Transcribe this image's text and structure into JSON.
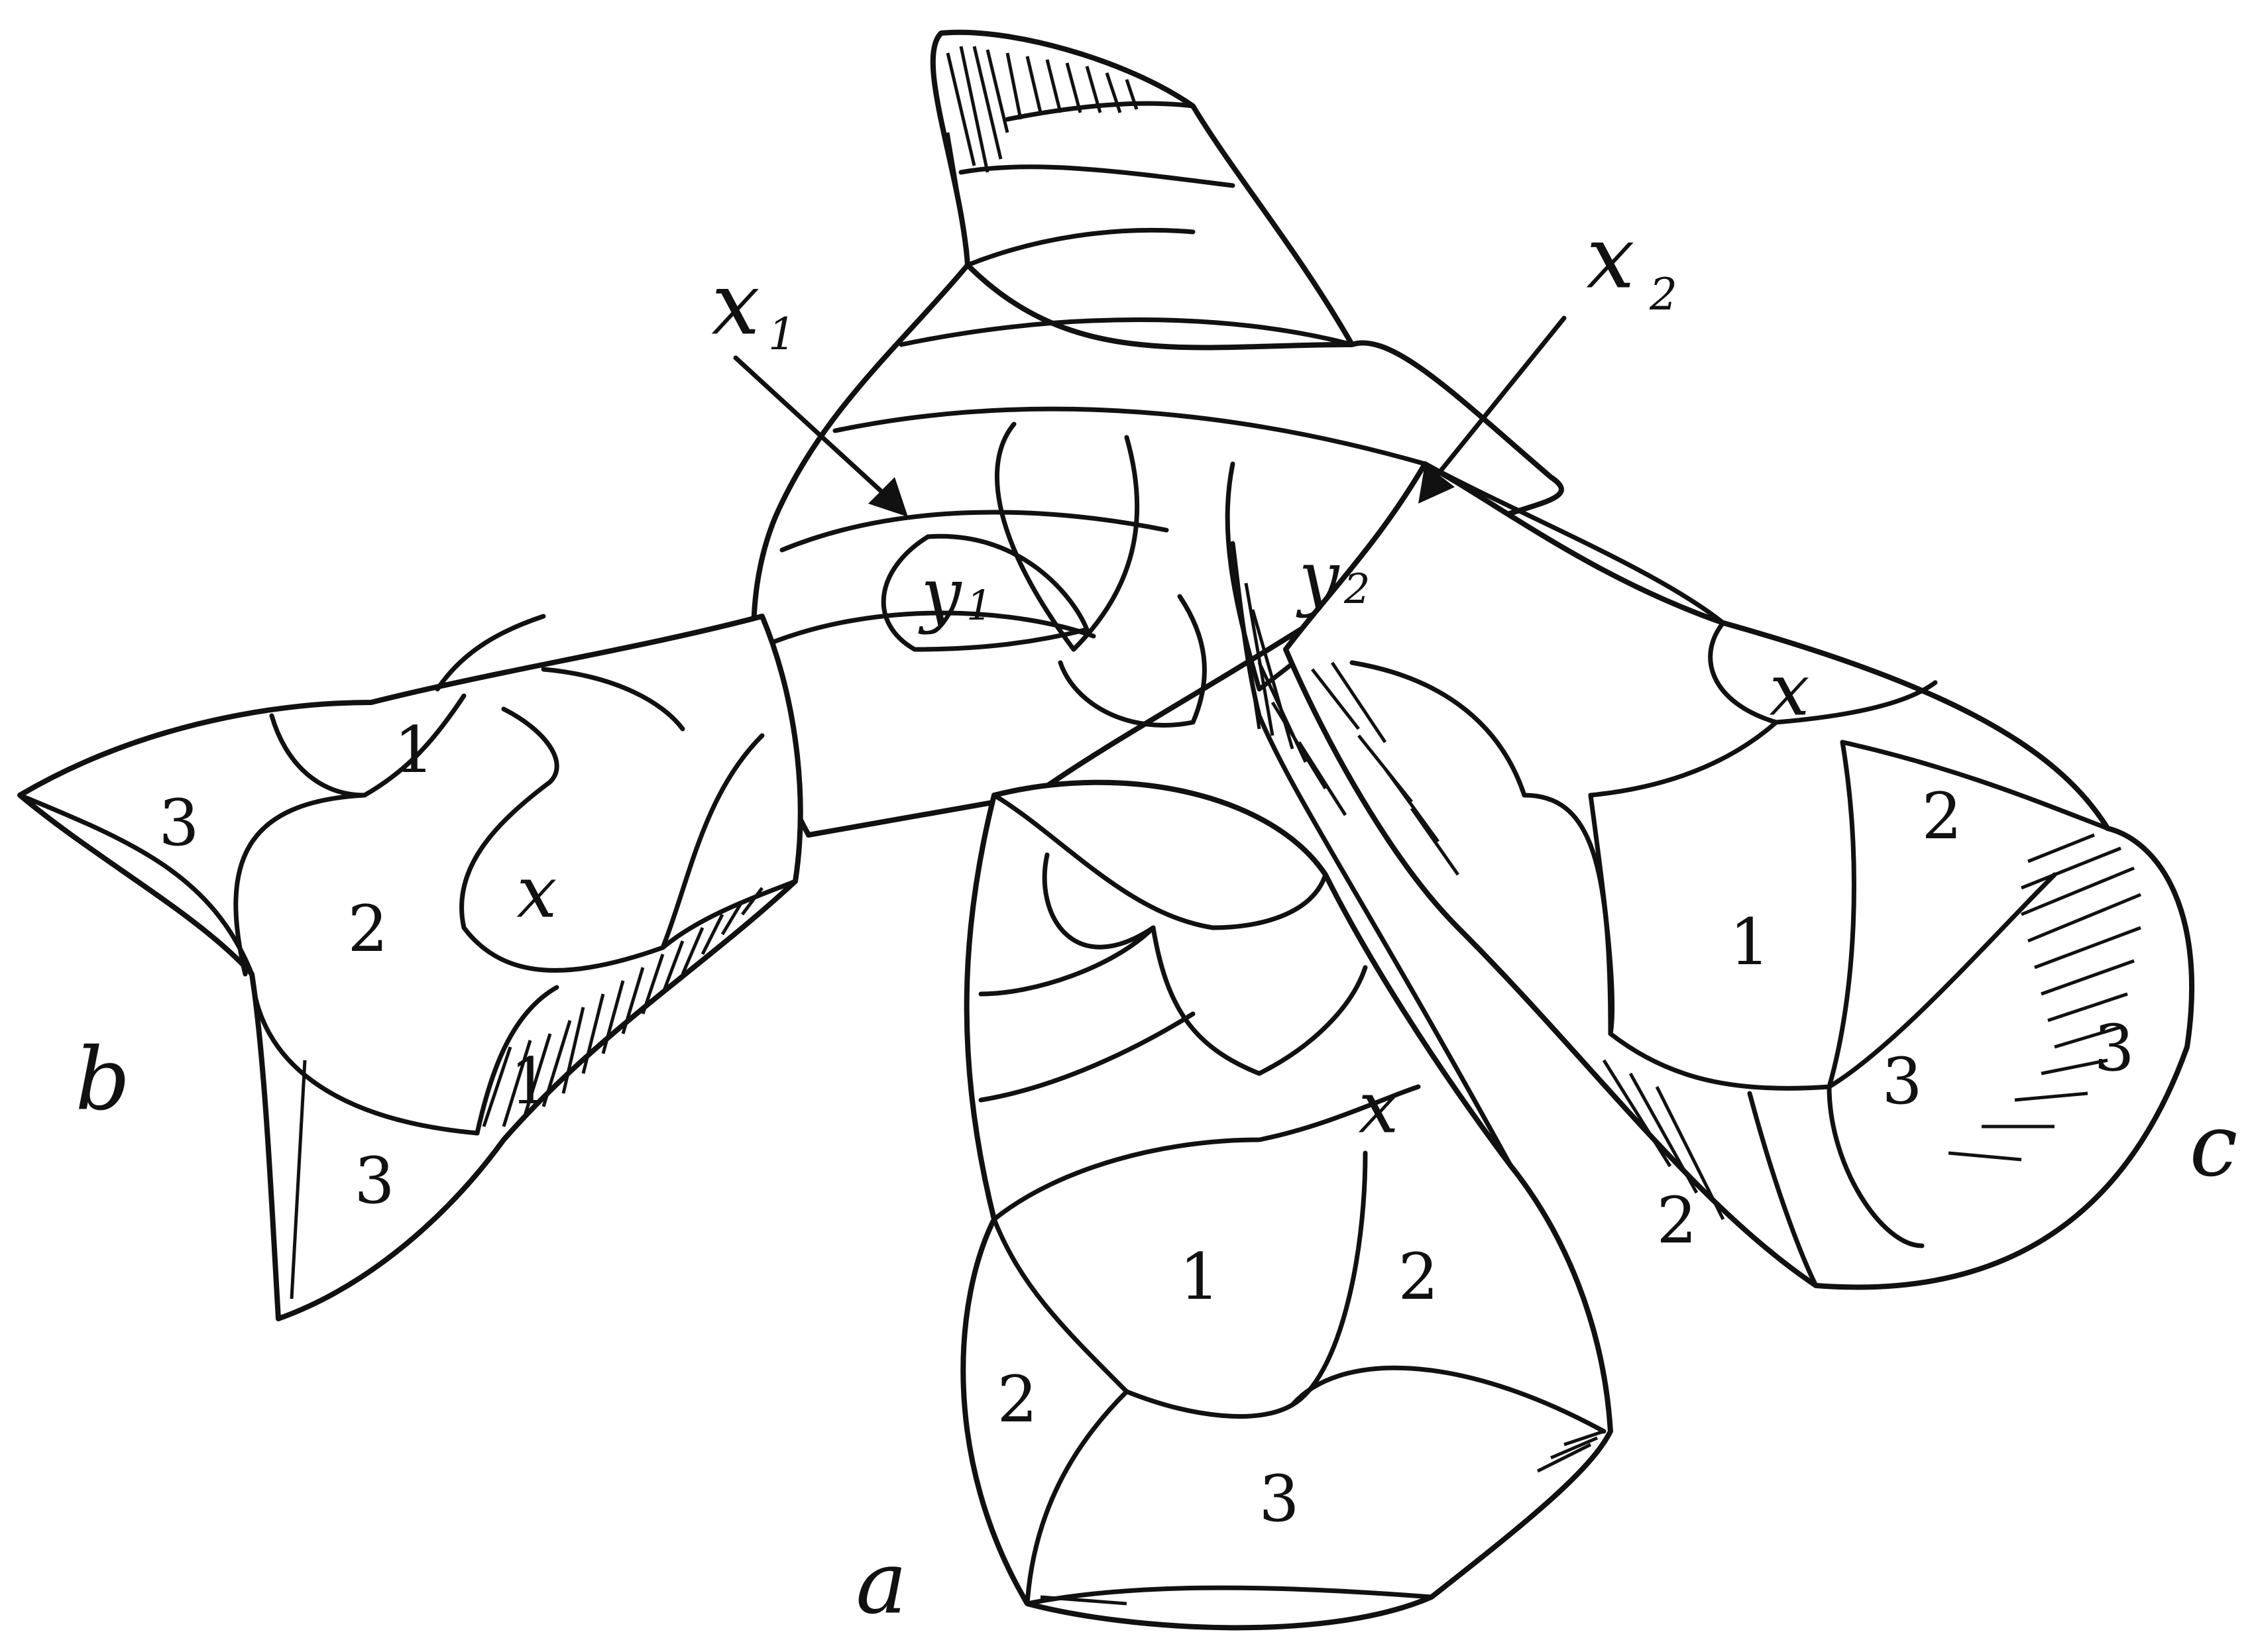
{
  "arrow_labels": {
    "x1_base": "x",
    "x1_sub": "1",
    "x2_base": "x",
    "x2_sub": "2"
  },
  "branch_labels": {
    "a": "a",
    "b": "b",
    "c": "c"
  },
  "cell_labels": {
    "y1_base": "y",
    "y1_sub": "1",
    "y2_base": "y",
    "y2_sub": "2",
    "b_3": "3",
    "b_1": "1",
    "b_2": "2",
    "b_x": "x",
    "b_1_low": "1",
    "b_3_low": "3",
    "c_x": "x",
    "c_2": "2",
    "c_1": "1",
    "c_3": "3",
    "c_3_side": "3",
    "c_2_low": "2",
    "a_x": "x",
    "a_1": "1",
    "a_2_right": "2",
    "a_2_left": "2",
    "a_3": "3"
  }
}
